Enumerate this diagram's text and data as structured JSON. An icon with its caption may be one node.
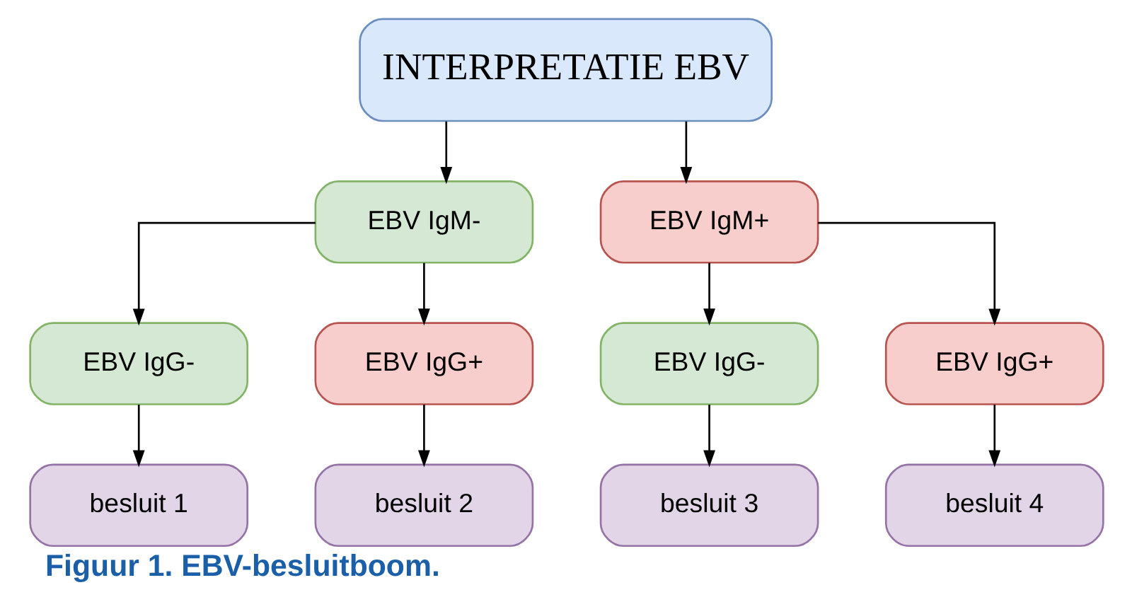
{
  "diagram": {
    "caption": "Figuur 1. EBV-besluitboom.",
    "nodes": [
      {
        "text": [
          "INTERPRETATIE EBV"
        ]
      },
      {
        "text": [
          "EBV IgM-"
        ]
      },
      {
        "text": [
          "EBV IgM+"
        ]
      },
      {
        "text": [
          "EBV IgG-"
        ]
      },
      {
        "text": [
          "EBV IgG+"
        ]
      },
      {
        "text": [
          "EBV IgG-"
        ]
      },
      {
        "text": [
          "EBV IgG+"
        ]
      },
      {
        "text": [
          "besluit 1"
        ]
      },
      {
        "text": [
          "besluit 2"
        ]
      },
      {
        "text": [
          "besluit 3"
        ]
      },
      {
        "text": [
          "besluit 4"
        ]
      }
    ],
    "edges": [
      {
        "from": 0,
        "to": 1,
        "arrow": "to"
      },
      {
        "from": 0,
        "to": 2,
        "arrow": "to"
      },
      {
        "from": 1,
        "to": 3,
        "arrow": "to"
      },
      {
        "from": 1,
        "to": 4,
        "arrow": "to"
      },
      {
        "from": 2,
        "to": 5,
        "arrow": "to"
      },
      {
        "from": 2,
        "to": 6,
        "arrow": "to"
      },
      {
        "from": 3,
        "to": 7,
        "arrow": "to"
      },
      {
        "from": 4,
        "to": 8,
        "arrow": "to"
      },
      {
        "from": 5,
        "to": 9,
        "arrow": "to"
      },
      {
        "from": 6,
        "to": 10,
        "arrow": "to"
      }
    ]
  }
}
